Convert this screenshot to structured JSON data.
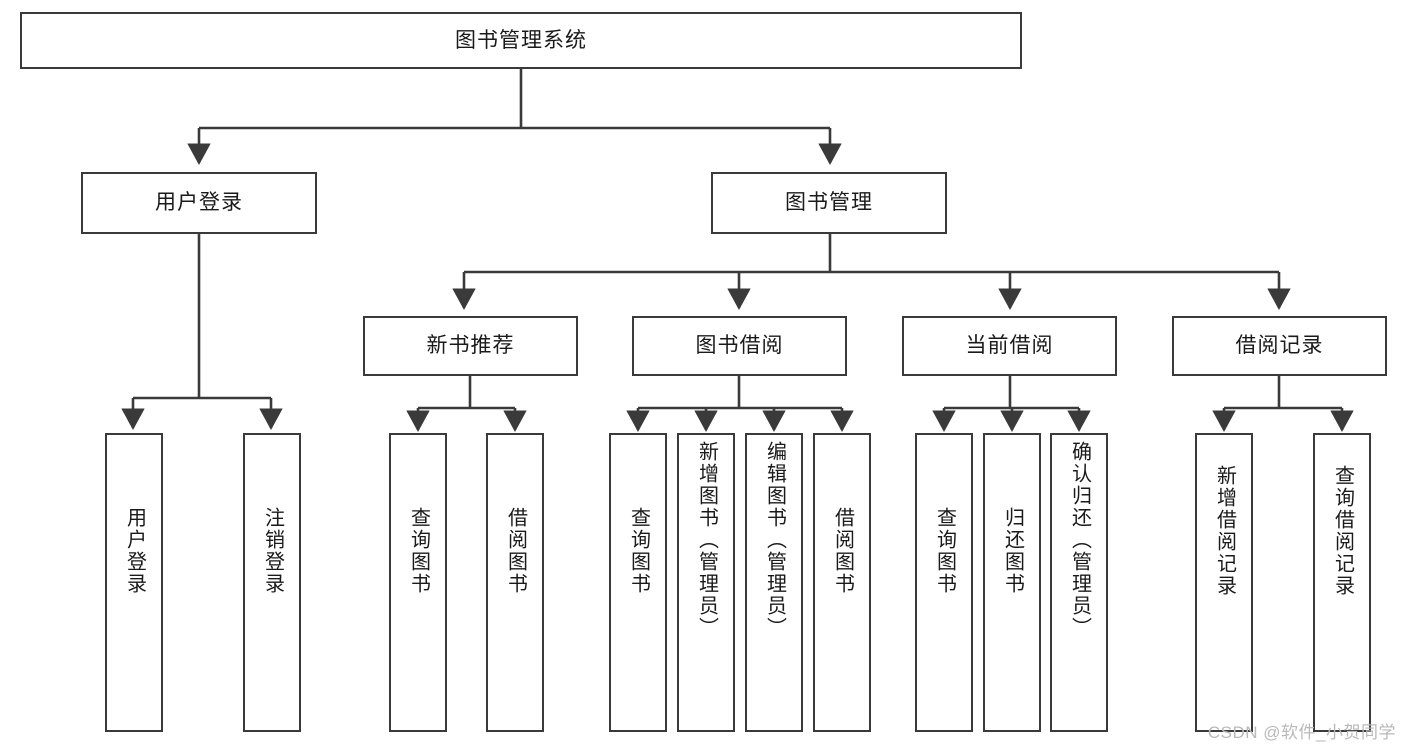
{
  "diagram": {
    "title": "图书管理系统",
    "type": "tree-hierarchy",
    "watermark": "CSDN @软件_小贺同学",
    "colors": {
      "box_border": "#3a3a3a",
      "box_fill": "#ffffff",
      "edge": "#3a3a3a",
      "text": "#1a1a1a",
      "watermark": "#b9b9b9"
    },
    "nodes": {
      "root": {
        "label": "图书管理系统"
      },
      "level2": [
        {
          "id": "user-login",
          "label": "用户登录"
        },
        {
          "id": "book-management",
          "label": "图书管理"
        }
      ],
      "level3": [
        {
          "id": "new-book-recommend",
          "label": "新书推荐"
        },
        {
          "id": "book-borrow",
          "label": "图书借阅"
        },
        {
          "id": "current-borrow",
          "label": "当前借阅"
        },
        {
          "id": "borrow-record",
          "label": "借阅记录"
        }
      ],
      "leaves": {
        "user_login": [
          {
            "id": "leaf-user-login",
            "label": "用户登录"
          },
          {
            "id": "leaf-logout-login",
            "label": "注销登录"
          }
        ],
        "new_book_recommend": [
          {
            "id": "leaf-query-book-1",
            "label": "查询图书"
          },
          {
            "id": "leaf-borrow-book-1",
            "label": "借阅图书"
          }
        ],
        "book_borrow": [
          {
            "id": "leaf-query-book-2",
            "label": "查询图书"
          },
          {
            "id": "leaf-add-book",
            "label": "新增图书（管理员）"
          },
          {
            "id": "leaf-edit-book",
            "label": "编辑图书（管理员）"
          },
          {
            "id": "leaf-borrow-book-2",
            "label": "借阅图书"
          }
        ],
        "current_borrow": [
          {
            "id": "leaf-query-book-3",
            "label": "查询图书"
          },
          {
            "id": "leaf-return-book",
            "label": "归还图书"
          },
          {
            "id": "leaf-confirm-return",
            "label": "确认归还（管理员）"
          }
        ],
        "borrow_record": [
          {
            "id": "leaf-add-record",
            "label": "新增借阅记录"
          },
          {
            "id": "leaf-query-record",
            "label": "查询借阅记录"
          }
        ]
      }
    }
  }
}
